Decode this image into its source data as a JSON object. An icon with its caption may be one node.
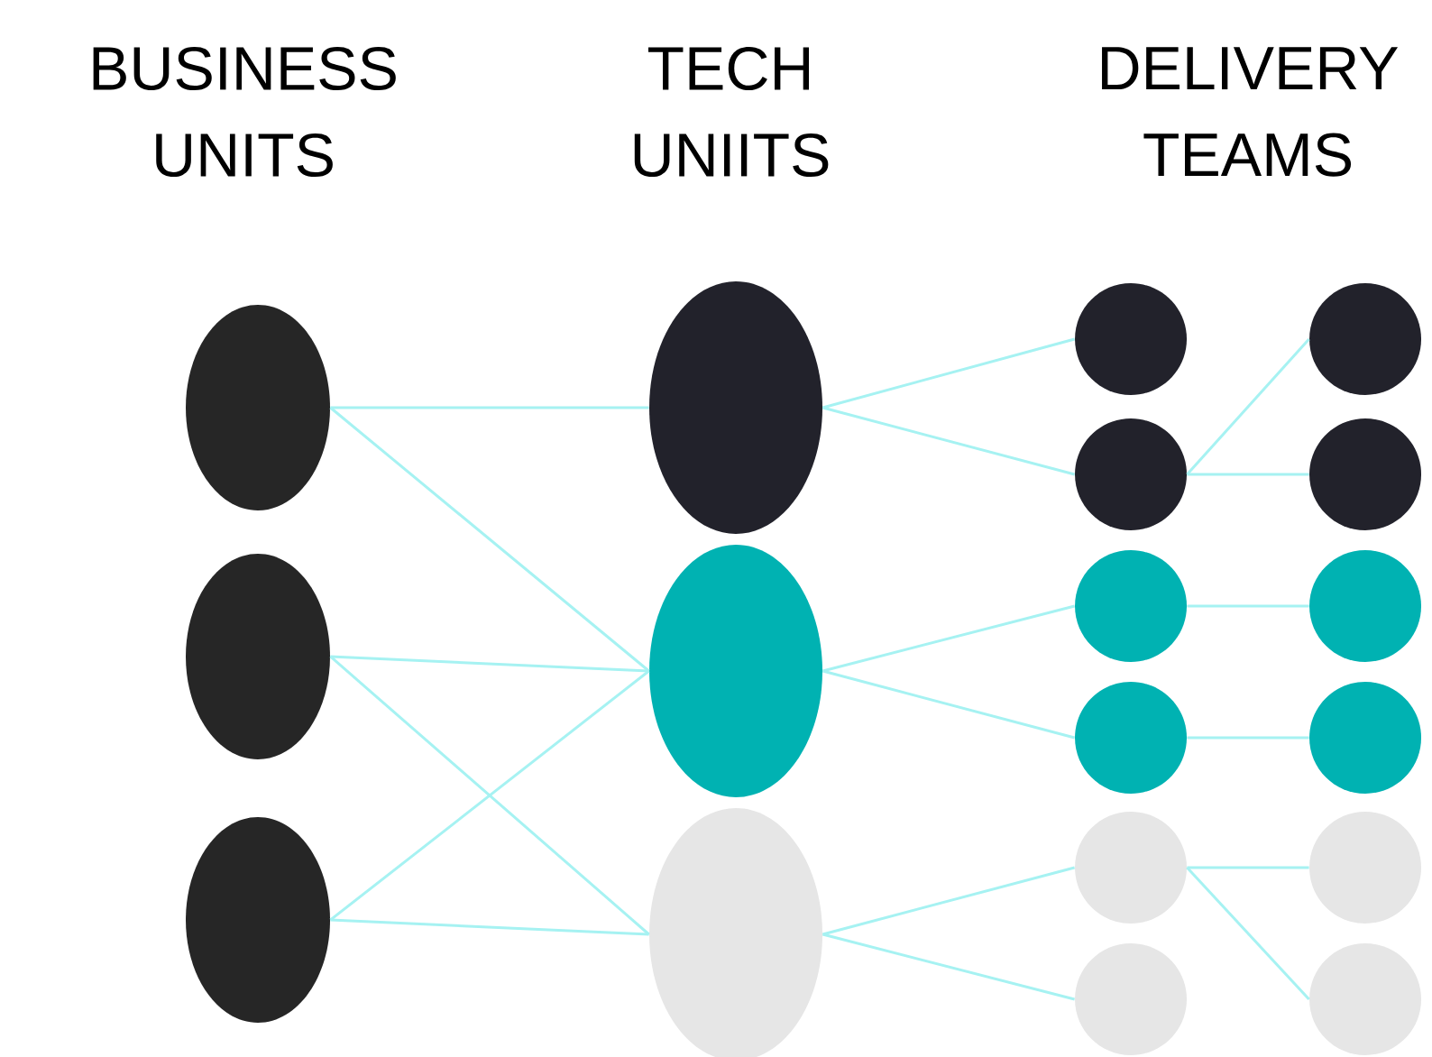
{
  "diagram": {
    "nodes": [
      {
        "text": [],
        "shape": "ellipse"
      },
      {
        "text": [],
        "shape": "ellipse"
      },
      {
        "text": [],
        "shape": "ellipse"
      },
      {
        "text": [],
        "shape": "ellipse"
      },
      {
        "text": [],
        "shape": "ellipse"
      },
      {
        "text": [],
        "shape": "ellipse"
      },
      {
        "text": [],
        "shape": "circle"
      },
      {
        "text": [],
        "shape": "circle"
      },
      {
        "text": [],
        "shape": "circle"
      },
      {
        "text": [],
        "shape": "circle"
      },
      {
        "text": [],
        "shape": "circle"
      },
      {
        "text": [],
        "shape": "circle"
      },
      {
        "text": [],
        "shape": "circle"
      },
      {
        "text": [],
        "shape": "circle"
      },
      {
        "text": [],
        "shape": "circle"
      },
      {
        "text": [],
        "shape": "circle"
      },
      {
        "text": [],
        "shape": "circle"
      },
      {
        "text": [],
        "shape": "circle"
      }
    ],
    "edges": [
      {
        "from": 0,
        "to": 3,
        "arrow": "none"
      },
      {
        "from": 0,
        "to": 4,
        "arrow": "none"
      },
      {
        "from": 1,
        "to": 4,
        "arrow": "none"
      },
      {
        "from": 1,
        "to": 5,
        "arrow": "none"
      },
      {
        "from": 2,
        "to": 4,
        "arrow": "none"
      },
      {
        "from": 2,
        "to": 5,
        "arrow": "none"
      },
      {
        "from": 3,
        "to": 6,
        "arrow": "none"
      },
      {
        "from": 3,
        "to": 7,
        "arrow": "none"
      },
      {
        "from": 4,
        "to": 8,
        "arrow": "none"
      },
      {
        "from": 4,
        "to": 9,
        "arrow": "none"
      },
      {
        "from": 5,
        "to": 10,
        "arrow": "none"
      },
      {
        "from": 5,
        "to": 11,
        "arrow": "none"
      },
      {
        "from": 7,
        "to": 12,
        "arrow": "none"
      },
      {
        "from": 7,
        "to": 13,
        "arrow": "none"
      },
      {
        "from": 8,
        "to": 14,
        "arrow": "none"
      },
      {
        "from": 9,
        "to": 15,
        "arrow": "none"
      },
      {
        "from": 10,
        "to": 16,
        "arrow": "none"
      },
      {
        "from": 10,
        "to": 17,
        "arrow": "none"
      }
    ],
    "labels": [
      "BUSINESS UNITS",
      "TECH UNIITS",
      "DELIVERY TEAMS"
    ]
  }
}
